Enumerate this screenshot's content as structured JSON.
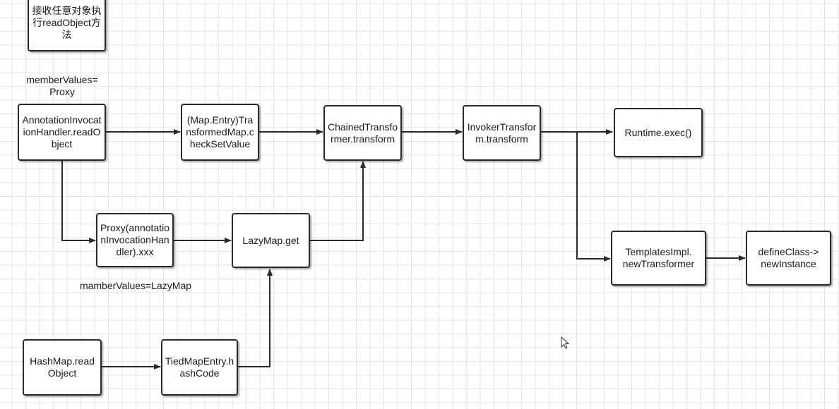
{
  "nodes": {
    "receive_object": "接收任意对象执行readObject方法",
    "annotation_handler": "AnnotationInvocationHandler.readObject",
    "transformed_map": "(Map.Entry)TransformedMap.checkSetValue",
    "chained_transformer": "ChainedTransformer.transform",
    "invoker_transformer": "InvokerTransform.transform",
    "runtime_exec": "Runtime.exec()",
    "proxy": "Proxy(annotationInvocationHandler).xxx",
    "lazymap_get": "LazyMap.get",
    "templates_impl": "TemplatesImpl.\nnewTransformer",
    "define_class": "defineClass->\nnewInstance",
    "hashmap_readobject": "HashMap.readObject",
    "tiedmapentry": "TiedMapEntry.hashCode"
  },
  "labels": {
    "member_values_proxy": "memberValues=\nProxy",
    "member_values_lazymap": "mamberValues=LazyMap"
  },
  "colors": {
    "stroke": "#2a2a2a",
    "grid": "#e4e4e4"
  },
  "icons": {
    "cursor": "mouse-pointer-icon"
  }
}
